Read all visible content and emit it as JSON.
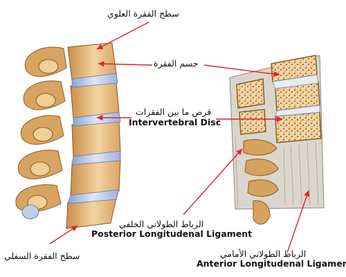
{
  "labels": {
    "upper_surface": "سطح الفقرة العلوي",
    "vertebral_body": "جسم الفقرة",
    "disc_ar": "قرص ما بين الفقرات",
    "disc_en": "Intervertebral Disc",
    "posterior_ar": "الرباط الطولاني الخلفي",
    "posterior_en": "Posterior Longitudenal Ligament",
    "anterior_ar": "الرباط الطولاني الأمامي",
    "anterior_en": "Anterior Longitudenal Ligament",
    "lower_surface": "سطح الفقرة السفلي"
  },
  "colors": {
    "arrow": "#e0212b",
    "bone": "#e9c184",
    "bone_shadow": "#b9803f",
    "disc": "#aebfe0",
    "ligament": "#d6d2c8",
    "marrow": "#d7a15a"
  }
}
